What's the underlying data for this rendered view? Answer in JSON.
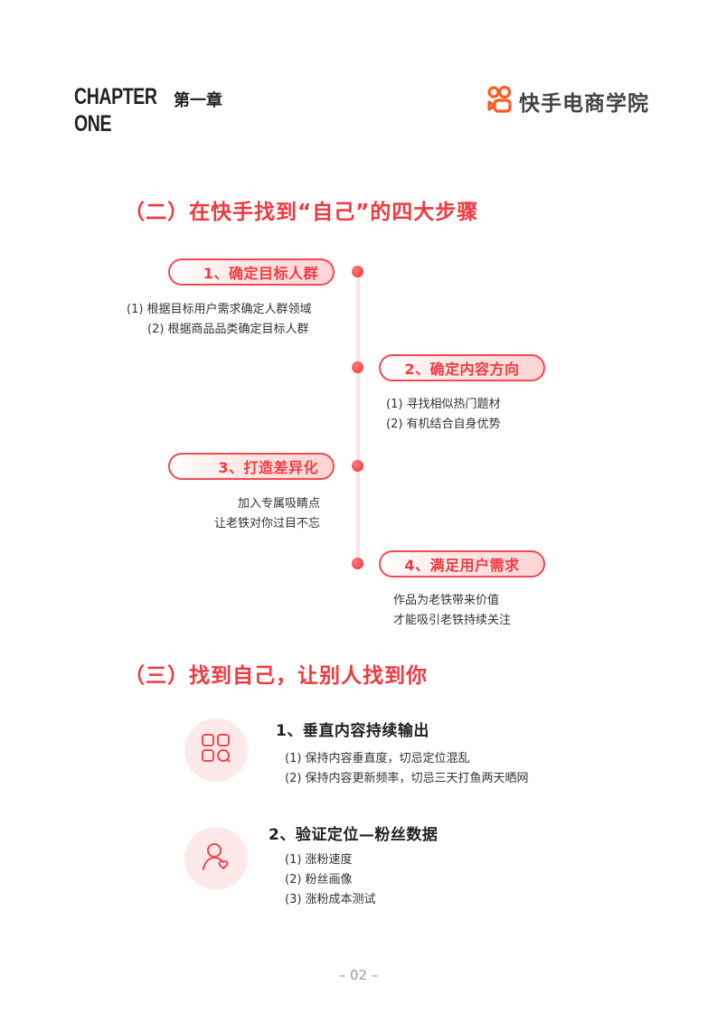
{
  "header": {
    "chapter_en_line1": "CHAPTER",
    "chapter_en_line2": "ONE",
    "chapter_cn": "第一章",
    "logo_text": "快手电商学院",
    "logo_icon": "kuaishou-camera-icon",
    "brand_color": "#ff5a1f"
  },
  "section2": {
    "title": "（二）在快手找到“自己”的四大步骤",
    "accent_color": "#f0393f",
    "steps": [
      {
        "label": "1、确定目标人群",
        "lines": [
          "(1) 根据目标用户需求确定人群领域",
          "(2) 根据商品品类确定目标人群"
        ]
      },
      {
        "label": "2、确定内容方向",
        "lines": [
          "(1) 寻找相似热门题材",
          "(2) 有机结合自身优势"
        ]
      },
      {
        "label": "3、打造差异化",
        "lines": [
          "加入专属吸睛点",
          "让老铁对你过目不忘"
        ]
      },
      {
        "label": "4、满足用户需求",
        "lines": [
          "作品为老铁带来价值",
          "才能吸引老铁持续关注"
        ]
      }
    ]
  },
  "section3": {
    "title": "（三）找到自己，让别人找到你",
    "items": [
      {
        "icon": "grid-search-icon",
        "title": "1、垂直内容持续输出",
        "lines": [
          "(1) 保持内容垂直度，切忌定位混乱",
          "(2) 保持内容更新频率，切忌三天打鱼两天晒网"
        ]
      },
      {
        "icon": "user-heart-icon",
        "title": "2、验证定位—粉丝数据",
        "lines": [
          "(1) 涨粉速度",
          "(2) 粉丝画像",
          "(3) 涨粉成本测试"
        ]
      }
    ]
  },
  "footer": {
    "page_number": "– 02 –"
  }
}
